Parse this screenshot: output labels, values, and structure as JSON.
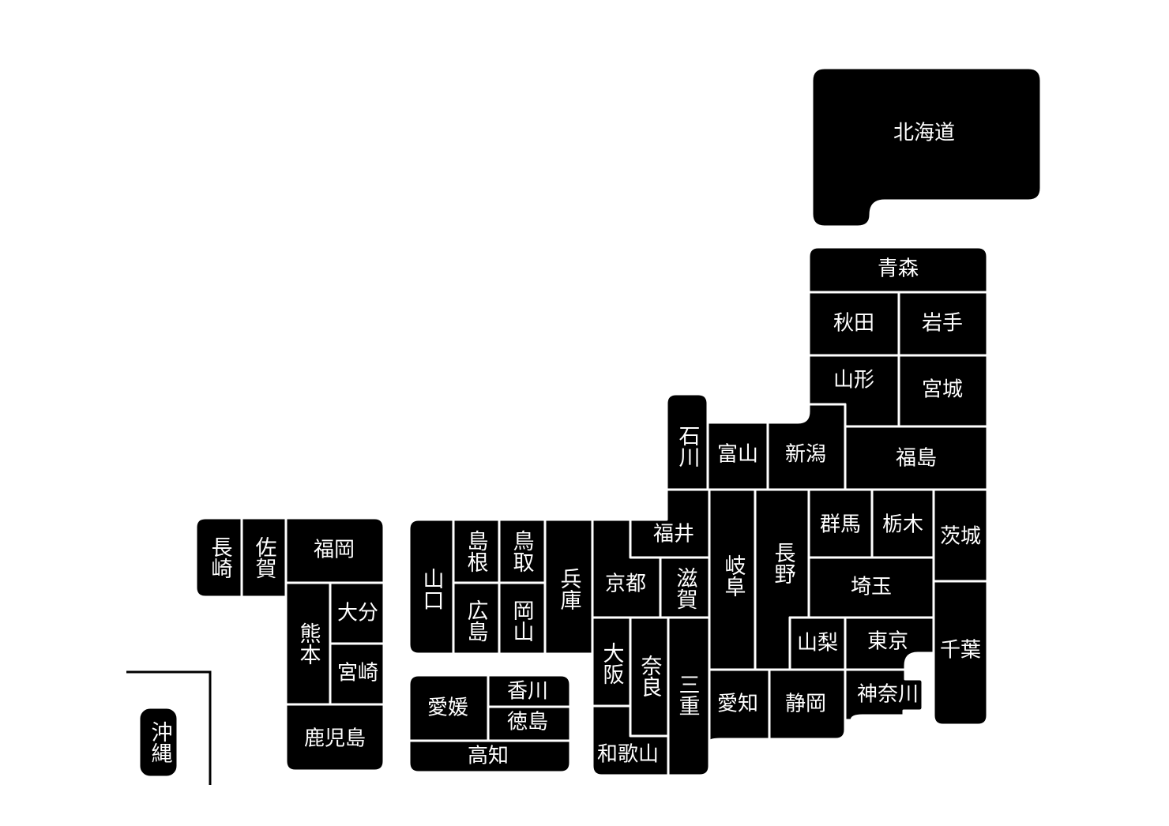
{
  "prefectures": {
    "hokkaido": "北海道",
    "aomori": "青森",
    "akita": "秋田",
    "iwate": "岩手",
    "yamagata": "山形",
    "miyagi": "宮城",
    "ishikawa": "石川",
    "toyama": "富山",
    "niigata": "新潟",
    "fukushima": "福島",
    "fukui": "福井",
    "gifu": "岐阜",
    "nagano": "長野",
    "gunma": "群馬",
    "tochigi": "栃木",
    "ibaraki": "茨城",
    "saitama": "埼玉",
    "yamanashi": "山梨",
    "tokyo": "東京",
    "chiba": "千葉",
    "kanagawa": "神奈川",
    "aichi": "愛知",
    "shizuoka": "静岡",
    "kyoto": "京都",
    "shiga": "滋賀",
    "hyogo": "兵庫",
    "osaka": "大阪",
    "nara": "奈良",
    "mie": "三重",
    "wakayama": "和歌山",
    "shimane": "島根",
    "tottori": "鳥取",
    "yamaguchi": "山口",
    "hiroshima": "広島",
    "okayama": "岡山",
    "ehime": "愛媛",
    "kagawa": "香川",
    "tokushima": "徳島",
    "kochi": "高知",
    "nagasaki": "長崎",
    "saga": "佐賀",
    "fukuoka": "福岡",
    "kumamoto": "熊本",
    "oita": "大分",
    "miyazaki": "宮崎",
    "kagoshima": "鹿児島",
    "okinawa": "沖縄"
  },
  "colors": {
    "region_fill": "#000000",
    "border": "#ffffff",
    "label": "#ffffff",
    "background": "#ffffff"
  }
}
